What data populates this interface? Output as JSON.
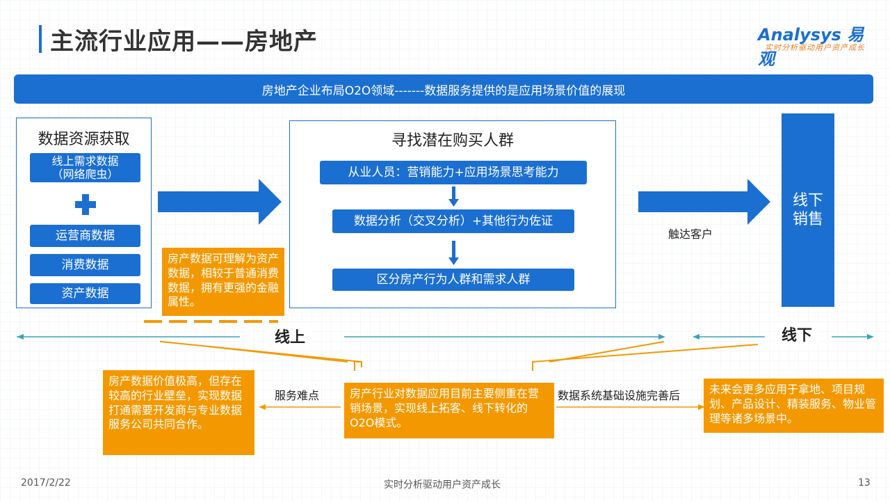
{
  "title": "主流行业应用——房地产",
  "logo": {
    "brand": "Analysys 易观",
    "tagline": "实时分析驱动用户资产成长"
  },
  "banner": "房地产企业布局O2O领域-------数据服务提供的是应用场景价值的展现",
  "left_box": {
    "title": "数据资源获取",
    "items": [
      "线上需求数据\n（网络爬虫）",
      "运营商数据",
      "消费数据",
      "资产数据"
    ]
  },
  "note_left": "房产数据可理解为资产数据，相较于普通消费数据，拥有更强的金融属性。",
  "middle_box": {
    "title": "寻找潜在购买人群",
    "steps": [
      "从业人员：营销能力+应用场景思考能力",
      "数据分析（交叉分析）+其他行为佐证",
      "区分房产行为人群和需求人群"
    ]
  },
  "reach_label": "触达客户",
  "offline_bar": "线下\n销售",
  "online_label": "线上",
  "offline_label": "线下",
  "bottom": {
    "left_note": "房产数据价值极高，但存在较高的行业壁垒，实现数据打通需要开发商与专业数据服务公司共同合作。",
    "left_label": "服务难点",
    "center_note": "房产行业对数据应用目前主要侧重在营销场景，实现线上拓客、线下转化的O2O模式。",
    "right_label": "数据系统基础设施完善后",
    "right_note": "未来会更多应用于拿地、项目规划、产品设计、精装服务、物业管理等诸多场景中。"
  },
  "footer": {
    "date": "2017/2/22",
    "center": "实时分析驱动用户资产成长",
    "page": "13"
  },
  "colors": {
    "blue": "#1b6fd1",
    "orange": "#f39800",
    "teal": "#3aa3b8"
  }
}
